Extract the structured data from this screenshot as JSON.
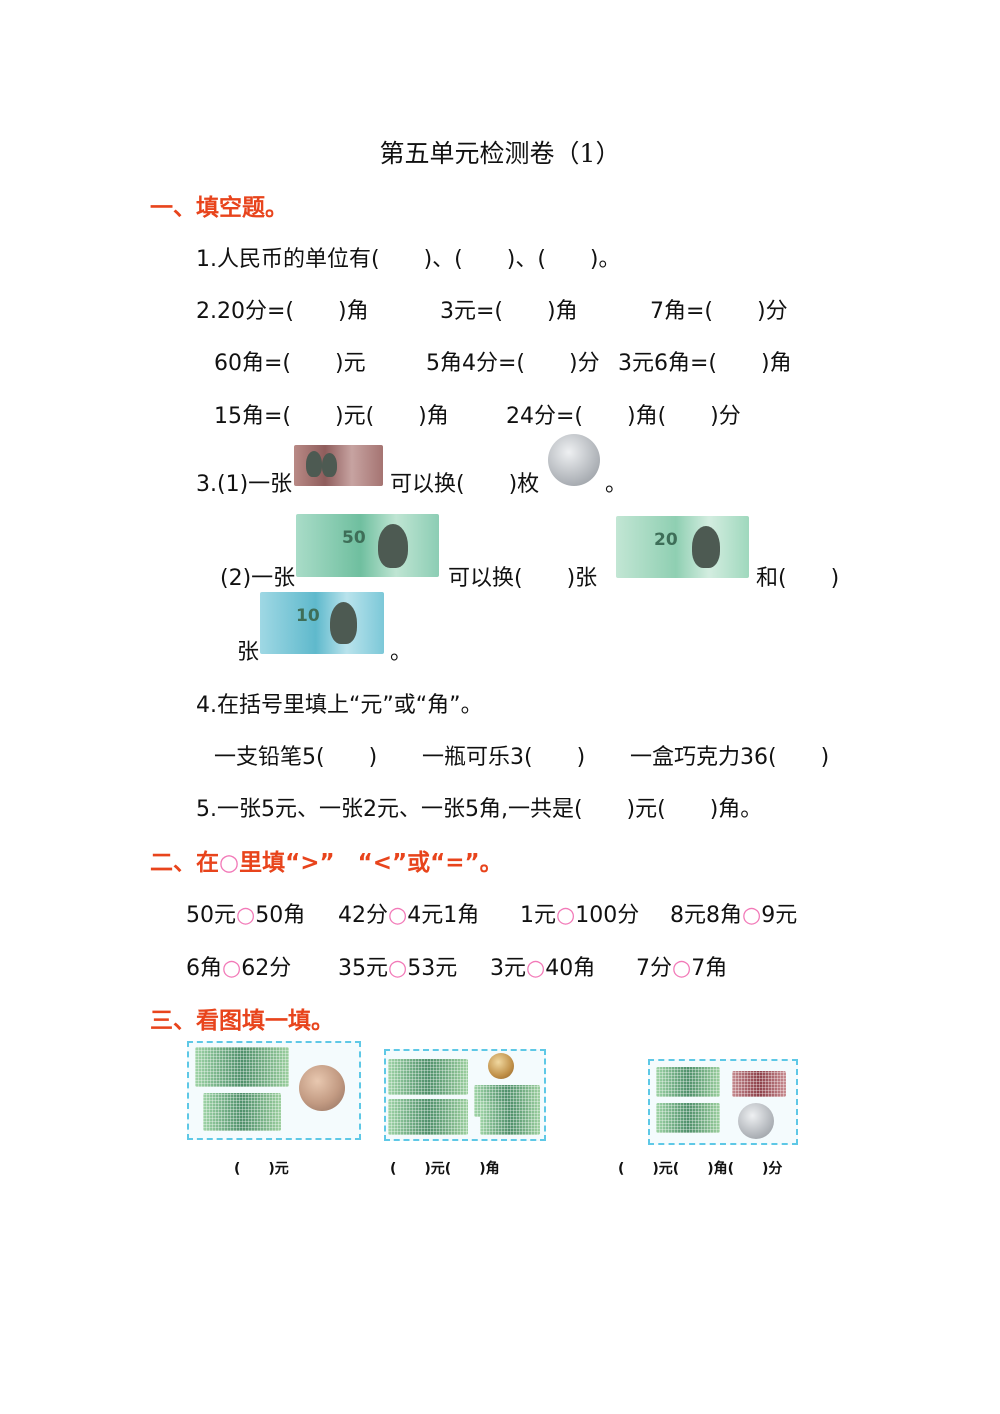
{
  "title": "第五单元检测卷（1）",
  "section1": {
    "heading": "一、填空题。",
    "q1": "1.人民币的单位有(　　)、(　　)、(　　)。",
    "q2_row1": [
      "2.20分=(　　)角",
      "3元=(　　)角",
      "7角=(　　)分"
    ],
    "q2_row2": [
      "60角=(　　)元",
      "5角4分=(　　)分",
      "3元6角=(　　)角"
    ],
    "q2_row3": [
      "15角=(　　)元(　　)角",
      "24分=(　　)角(　　)分"
    ],
    "q3_1": {
      "prefix": "3.(1)一张",
      "middle": "可以换(　　)枚",
      "suffix": "。"
    },
    "q3_2": {
      "prefix": "(2)一张",
      "middle": "可以换(　　)张",
      "and": "和(　　)",
      "line2": "张",
      "suffix": "。"
    },
    "q4": "4.在括号里填上“元”或“角”。",
    "q4_items": [
      "一支铅笔5(　　)",
      "一瓶可乐3(　　)",
      "一盒巧克力36(　　)"
    ],
    "q5": "5.一张5元、一张2元、一张5角,一共是(　　)元(　　)角。"
  },
  "section2": {
    "heading_before": "二、在",
    "circle": "○",
    "heading_after": "里填“>”　“<”或“=”。",
    "row1": [
      {
        "left": "50元",
        "right": "50角"
      },
      {
        "left": "42分",
        "right": "4元1角"
      },
      {
        "left": "1元",
        "right": "100分"
      },
      {
        "left": "8元8角",
        "right": "9元"
      }
    ],
    "row2": [
      {
        "left": "6角",
        "right": "62分"
      },
      {
        "left": "35元",
        "right": "53元"
      },
      {
        "left": "3元",
        "right": "40角"
      },
      {
        "left": "7分",
        "right": "7角"
      }
    ]
  },
  "section3": {
    "heading": "三、看图填一填。",
    "captions": [
      "(　　)元",
      "(　　)元(　　)角",
      "(　　)元(　　)角(　　)分"
    ]
  },
  "note_labels": {
    "fifty": "50",
    "twenty": "20",
    "ten": "10"
  }
}
